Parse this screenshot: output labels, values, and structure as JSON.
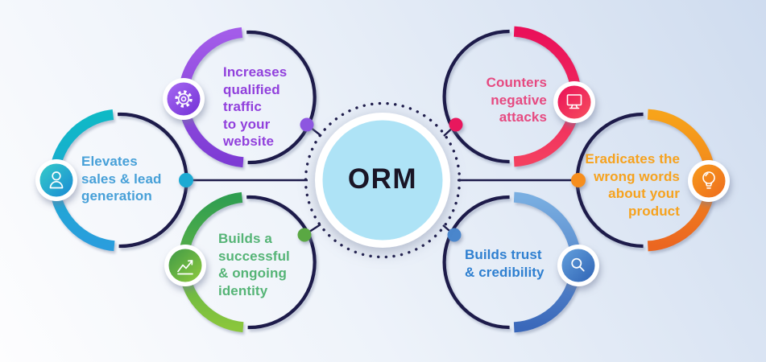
{
  "center": {
    "label": "ORM"
  },
  "nodes": [
    {
      "id": "increases-traffic",
      "label": "Increases\nqualified\ntraffic\nto your\nwebsite",
      "color": "#9140dc",
      "icon": "gear-icon"
    },
    {
      "id": "elevates-sales",
      "label": "Elevates\nsales & lead\ngeneration",
      "color": "#47a0d8",
      "icon": "person-icon"
    },
    {
      "id": "builds-identity",
      "label": "Builds a\nsuccessful\n& ongoing\nidentity",
      "color": "#55b476",
      "icon": "chart-icon"
    },
    {
      "id": "counters-attacks",
      "label": "Counters\nnegative\nattacks",
      "color": "#e64980",
      "icon": "monitor-icon"
    },
    {
      "id": "eradicates-words",
      "label": "Eradicates the\nwrong words\nabout your\nproduct",
      "color": "#f6a21e",
      "icon": "bulb-icon"
    },
    {
      "id": "builds-trust",
      "label": "Builds trust\n& credibility",
      "color": "#2e7fd0",
      "icon": "search-icon"
    }
  ],
  "palette": {
    "navy": "#1d1b4a",
    "teal_arc": [
      "#0eb9c6",
      "#2a9ddd"
    ],
    "purple_arc": [
      "#a35ce9",
      "#7d3bd4"
    ],
    "green_arc": [
      "#2f9e50",
      "#8ac63c"
    ],
    "pink_arc": [
      "#ea1059",
      "#f44060"
    ],
    "orange_arc": [
      "#f7a31a",
      "#eb6620"
    ],
    "blue_arc": [
      "#79aee1",
      "#3a68ba"
    ],
    "center_fill": "#aee3f6",
    "background": [
      "#fdfdfe",
      "#cfdcef"
    ]
  }
}
